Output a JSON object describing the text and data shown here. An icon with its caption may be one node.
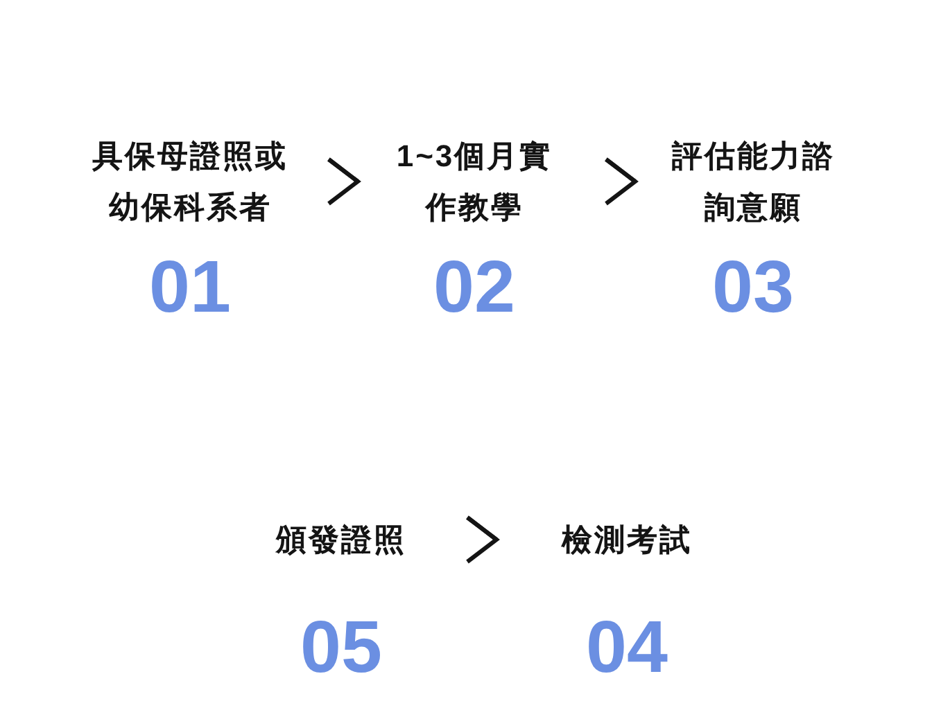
{
  "diagram": {
    "nodes": [
      {
        "text": [
          "具保母證照或幼保科系者",
          "01"
        ]
      },
      {
        "text": [
          "1~3個月實作教學",
          "02"
        ]
      },
      {
        "text": [
          "評估能力諮詢意願",
          "03"
        ]
      },
      {
        "text": [
          "頒發證照",
          "05"
        ]
      },
      {
        "text": [
          "檢測考試",
          "04"
        ]
      }
    ],
    "edges": [
      {
        "from": 0,
        "to": 1,
        "arrow": "to"
      },
      {
        "from": 1,
        "to": 2,
        "arrow": "to"
      },
      {
        "from": 3,
        "to": 4,
        "arrow": "to"
      }
    ]
  }
}
